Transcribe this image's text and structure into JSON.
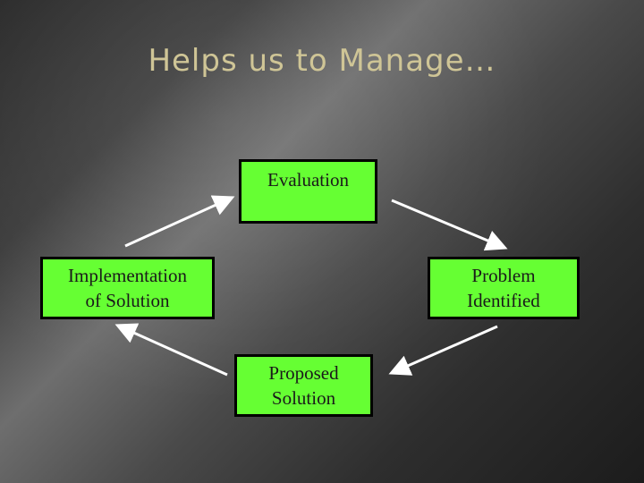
{
  "slide": {
    "title": "Helps us to Manage…"
  },
  "colors": {
    "node_fill": "#66ff33",
    "node_border": "#000000",
    "arrow": "#ffffff",
    "title": "#cfc596"
  },
  "diagram": {
    "type": "cycle",
    "nodes": [
      {
        "id": "evaluation",
        "label": "Evaluation"
      },
      {
        "id": "problem",
        "label": "Problem\nIdentified"
      },
      {
        "id": "proposed",
        "label": "Proposed\nSolution"
      },
      {
        "id": "implementation",
        "label": "Implementation\nof Solution"
      }
    ],
    "edges": [
      {
        "from": "evaluation",
        "to": "problem"
      },
      {
        "from": "problem",
        "to": "proposed"
      },
      {
        "from": "proposed",
        "to": "implementation"
      },
      {
        "from": "implementation",
        "to": "evaluation"
      }
    ]
  }
}
